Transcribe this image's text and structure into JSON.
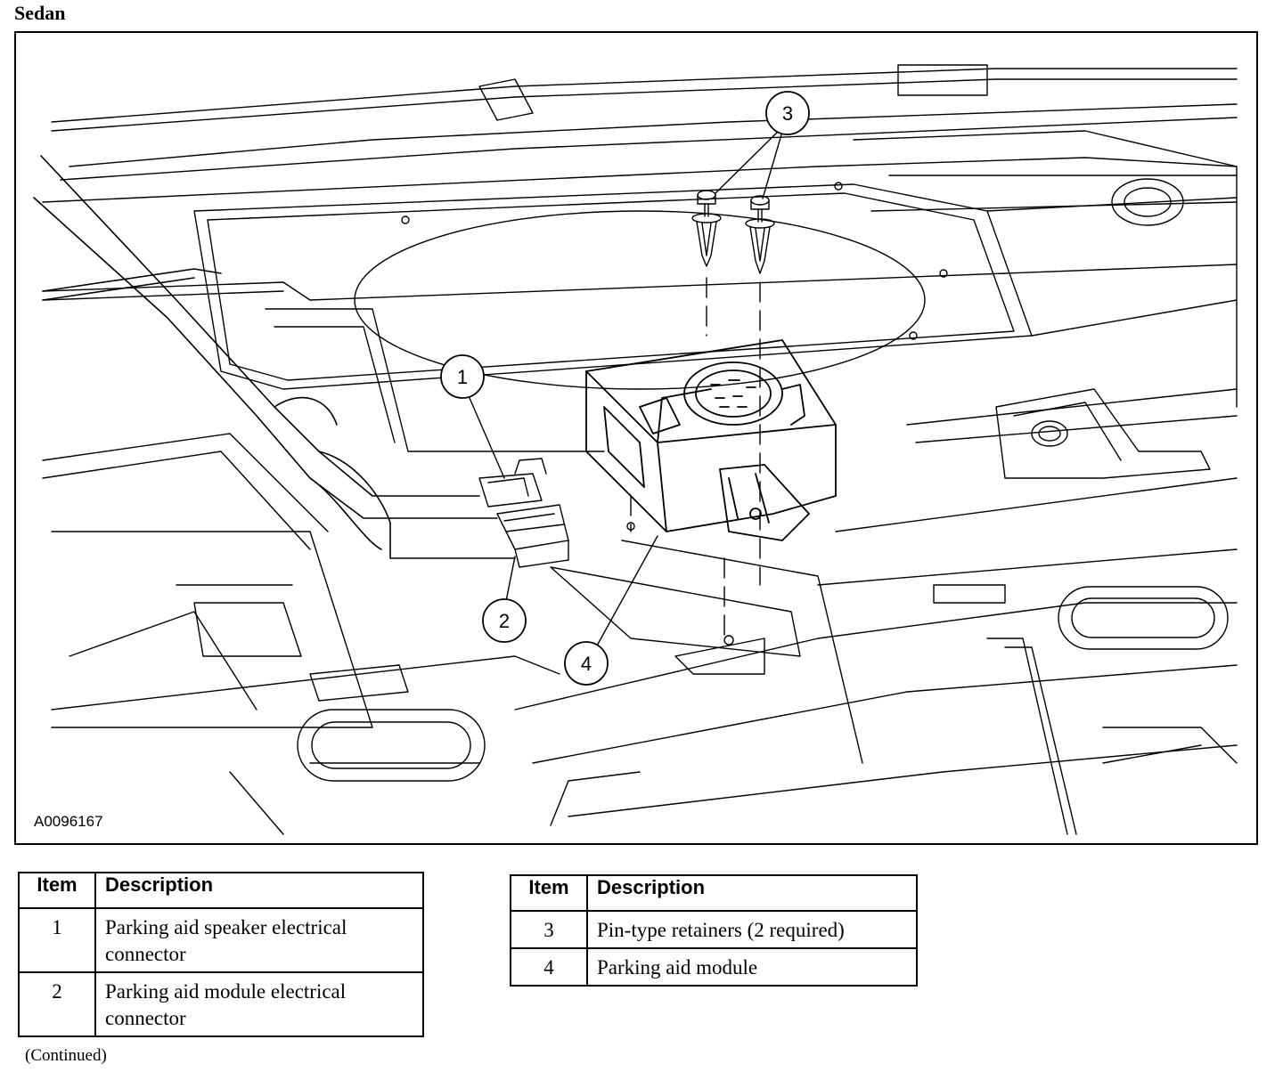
{
  "section_title": "Sedan",
  "figure": {
    "id": "A0096167",
    "callouts": [
      "1",
      "2",
      "3",
      "4"
    ]
  },
  "legend_left": {
    "headers": [
      "Item",
      "Description"
    ],
    "rows": [
      {
        "item": "1",
        "description": "Parking aid speaker electrical connector"
      },
      {
        "item": "2",
        "description": "Parking aid module electrical connector"
      }
    ]
  },
  "legend_right": {
    "headers": [
      "Item",
      "Description"
    ],
    "rows": [
      {
        "item": "3",
        "description": "Pin-type retainers (2 required)"
      },
      {
        "item": "4",
        "description": "Parking aid module"
      }
    ]
  },
  "footer_note": "(Continued)"
}
